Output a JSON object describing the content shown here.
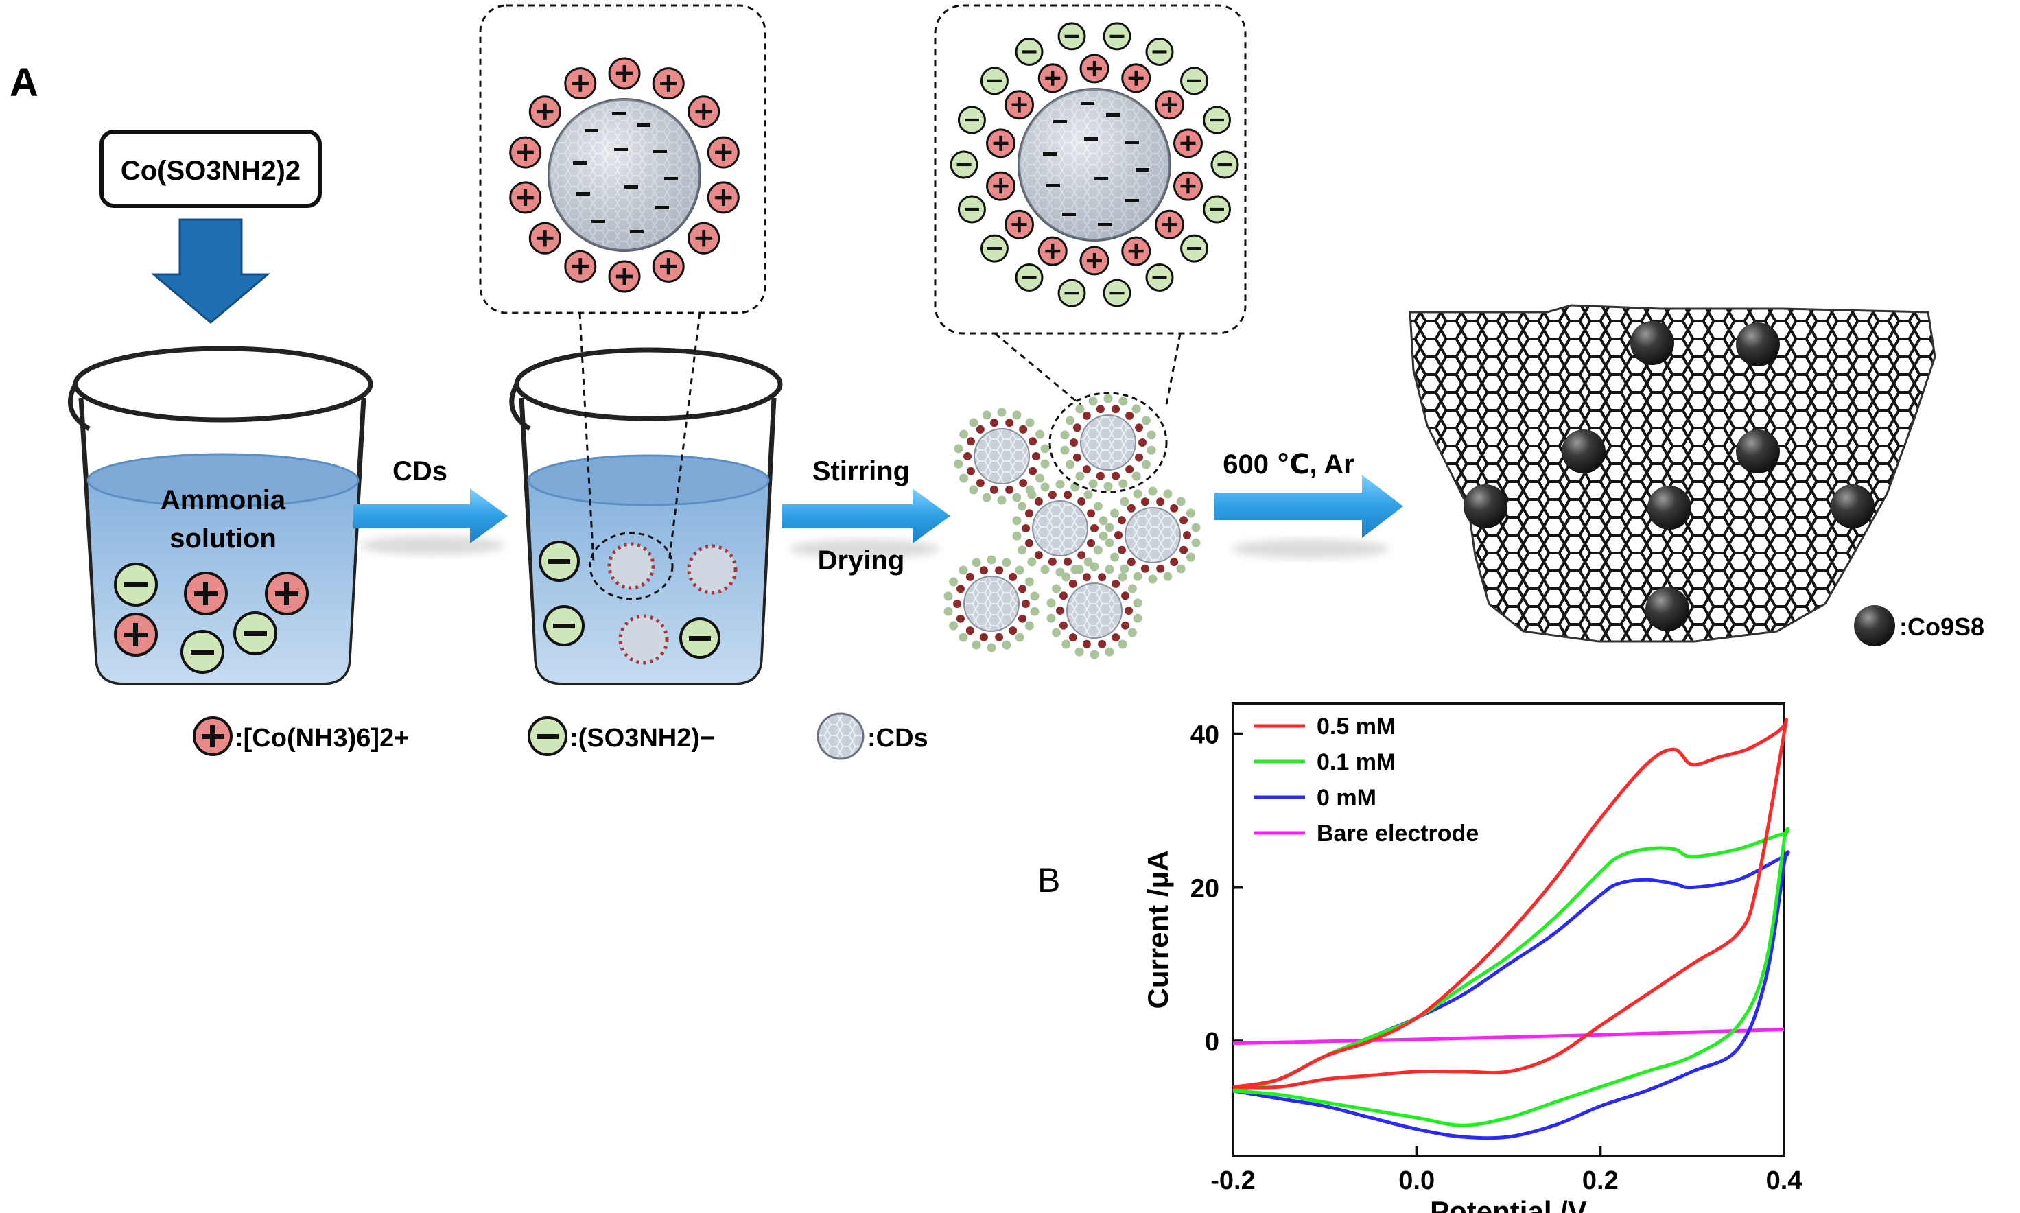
{
  "panel_a": {
    "label": "A",
    "precursor": "Co(SO3NH2)2",
    "beaker_text_line1": "Ammonia",
    "beaker_text_line2": "solution",
    "step1_label": "CDs",
    "step2_label_top": "Stirring",
    "step2_label_bottom": "Drying",
    "step3_label": "600 ℃, Ar",
    "legend": {
      "cation": ":[Co(NH3)6]2+",
      "anion": ":(SO3NH2)−",
      "cds": ":CDs",
      "co9s8": ":Co9S8"
    }
  },
  "panel_b": {
    "label": "B"
  },
  "colors": {
    "cation_fill": "#e88a8a",
    "anion_fill": "#cfe6b8",
    "solution_blue": "#8fb6e0",
    "arrow_blue": "#3ea8e8",
    "down_arrow": "#1f6fb5",
    "curve_red": "#ff2a2a",
    "curve_green": "#22ee22",
    "curve_blue": "#2a2aff",
    "curve_magenta": "#ff22ff"
  },
  "chart_data": {
    "type": "line",
    "xlabel": "Potential /V",
    "ylabel": "Current /μA",
    "xlim": [
      -0.2,
      0.4
    ],
    "ylim": [
      -15,
      44
    ],
    "xticks": [
      -0.2,
      0.0,
      0.2,
      0.4
    ],
    "xtick_labels": [
      "-0.2",
      "0.0",
      "0.2",
      "0.4"
    ],
    "yticks": [
      0,
      20,
      40
    ],
    "ytick_labels": [
      "0",
      "20",
      "40"
    ],
    "grid": false,
    "legend_position": "top-left",
    "series": [
      {
        "name": "0.5 mM",
        "color": "#ff2a2a",
        "x": [
          -0.2,
          -0.15,
          -0.1,
          -0.05,
          0.0,
          0.05,
          0.1,
          0.15,
          0.2,
          0.25,
          0.28,
          0.3,
          0.33,
          0.36,
          0.39,
          0.4,
          0.4,
          0.37,
          0.35,
          0.3,
          0.25,
          0.2,
          0.15,
          0.1,
          0.05,
          0.0,
          -0.05,
          -0.1,
          -0.15,
          -0.2
        ],
        "y": [
          -6,
          -5,
          -2,
          0,
          3,
          8,
          14,
          21,
          29,
          36,
          38,
          36,
          37,
          38,
          40,
          41,
          40,
          20,
          14,
          10,
          6,
          2,
          -2,
          -4,
          -4,
          -4,
          -4.5,
          -5,
          -6,
          -6
        ]
      },
      {
        "name": "0.1 mM",
        "color": "#22ee22",
        "x": [
          -0.2,
          -0.15,
          -0.1,
          -0.05,
          0.0,
          0.05,
          0.1,
          0.15,
          0.2,
          0.22,
          0.25,
          0.28,
          0.3,
          0.35,
          0.4,
          0.4,
          0.38,
          0.35,
          0.3,
          0.25,
          0.2,
          0.15,
          0.1,
          0.05,
          0.0,
          -0.05,
          -0.1,
          -0.15,
          -0.2
        ],
        "y": [
          -6.5,
          -5,
          -2,
          0.5,
          3,
          7,
          11,
          16,
          22,
          24,
          25,
          25,
          24,
          25,
          27,
          26,
          10,
          2,
          -2,
          -4,
          -6,
          -8,
          -10,
          -11,
          -10,
          -9,
          -8,
          -7,
          -6.5
        ]
      },
      {
        "name": "0 mM",
        "color": "#2a2aff",
        "x": [
          -0.2,
          -0.15,
          -0.1,
          -0.05,
          0.0,
          0.05,
          0.1,
          0.15,
          0.2,
          0.22,
          0.25,
          0.28,
          0.3,
          0.35,
          0.4,
          0.4,
          0.38,
          0.35,
          0.3,
          0.25,
          0.2,
          0.15,
          0.1,
          0.05,
          0.0,
          -0.05,
          -0.1,
          -0.15,
          -0.2
        ],
        "y": [
          -6.5,
          -5,
          -2,
          0.5,
          3,
          6,
          10,
          14,
          19,
          20.5,
          21,
          20.5,
          20,
          21,
          24,
          23,
          8,
          -1,
          -4,
          -6.5,
          -8.5,
          -11,
          -12.5,
          -12.5,
          -11.5,
          -10,
          -8.5,
          -7.5,
          -6.5
        ]
      },
      {
        "name": "Bare electrode",
        "color": "#ff22ff",
        "x": [
          -0.2,
          0.0,
          0.2,
          0.4
        ],
        "y": [
          -0.3,
          0.2,
          0.8,
          1.5
        ]
      }
    ]
  }
}
